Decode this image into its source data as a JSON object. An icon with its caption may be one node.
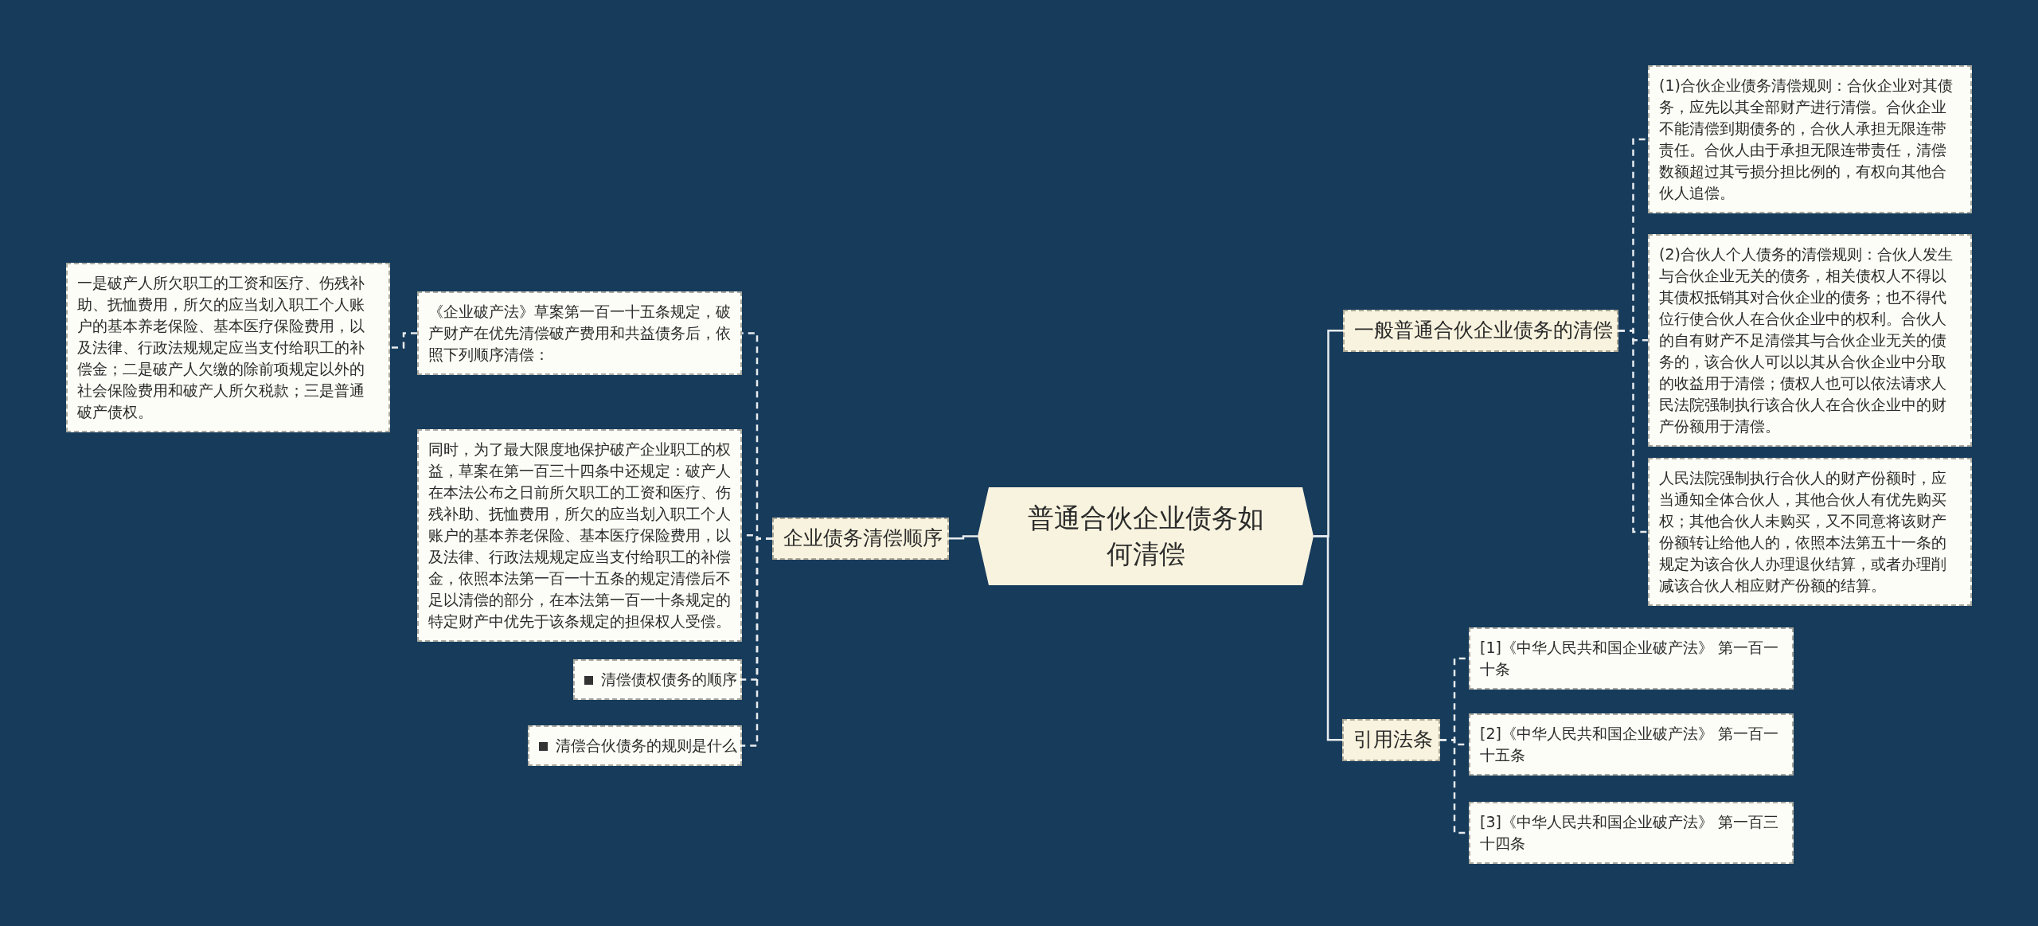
{
  "diagram": {
    "nodes": [
      {
        "text": [
          "普通合伙企业债务如何清偿"
        ]
      },
      {
        "text": [
          "企业债务清偿顺序"
        ]
      },
      {
        "text": [
          "《企业破产法》草案第一百一十五条规定，破产财产在优先清偿破产费用和共益债务后，依照下列顺序清偿："
        ]
      },
      {
        "text": [
          "一是破产人所欠职工的工资和医疗、伤残补助、抚恤费用，所欠的应当划入职工个人账户的基本养老保险、基本医疗保险费用，以及法律、行政法规规定应当支付给职工的补偿金；二是破产人欠缴的除前项规定以外的社会保险费用和破产人所欠税款；三是普通破产债权。"
        ]
      },
      {
        "text": [
          "同时，为了最大限度地保护破产企业职工的权益，草案在第一百三十四条中还规定：破产人在本法公布之日前所欠职工的工资和医疗、伤残补助、抚恤费用，所欠的应当划入职工个人账户的基本养老保险、基本医疗保险费用，以及法律、行政法规规定应当支付给职工的补偿金，依照本法第一百一十五条的规定清偿后不足以清偿的部分，在本法第一百一十条规定的特定财产中优先于该条规定的担保权人受偿。"
        ]
      },
      {
        "text": [
          "清偿债权债务的顺序"
        ]
      },
      {
        "text": [
          "清偿合伙债务的规则是什么"
        ]
      },
      {
        "text": [
          "一般普通合伙企业债务的清偿"
        ]
      },
      {
        "text": [
          "(1)合伙企业债务清偿规则：合伙企业对其债务，应先以其全部财产进行清偿。合伙企业不能清偿到期债务的，合伙人承担无限连带责任。合伙人由于承担无限连带责任，清偿数额超过其亏损分担比例的，有权向其他合伙人追偿。"
        ]
      },
      {
        "text": [
          "(2)合伙人个人债务的清偿规则：合伙人发生与合伙企业无关的债务，相关债权人不得以其债权抵销其对合伙企业的债务；也不得代位行使合伙人在合伙企业中的权利。合伙人的自有财产不足清偿其与合伙企业无关的债务的，该合伙人可以以其从合伙企业中分取的收益用于清偿；债权人也可以依法请求人民法院强制执行该合伙人在合伙企业中的财产份额用于清偿。"
        ]
      },
      {
        "text": [
          "人民法院强制执行合伙人的财产份额时，应当通知全体合伙人，其他合伙人有优先购买权；其他合伙人未购买，又不同意将该财产份额转让给他人的，依照本法第五十一条的规定为该合伙人办理退伙结算，或者办理削减该合伙人相应财产份额的结算。"
        ]
      },
      {
        "text": [
          "引用法条"
        ]
      },
      {
        "text": [
          "[1]《中华人民共和国企业破产法》 第一百一十条"
        ]
      },
      {
        "text": [
          "[2]《中华人民共和国企业破产法》 第一百一十五条"
        ]
      },
      {
        "text": [
          "[3]《中华人民共和国企业破产法》 第一百三十四条"
        ]
      }
    ],
    "edges": [
      {
        "from": 0,
        "to": 1,
        "arrow": "none"
      },
      {
        "from": 1,
        "to": 2,
        "arrow": "none",
        "style": "dashed"
      },
      {
        "from": 2,
        "to": 3,
        "arrow": "none",
        "style": "dashed"
      },
      {
        "from": 1,
        "to": 4,
        "arrow": "none",
        "style": "dashed"
      },
      {
        "from": 1,
        "to": 5,
        "arrow": "none",
        "style": "dashed"
      },
      {
        "from": 1,
        "to": 6,
        "arrow": "none",
        "style": "dashed"
      },
      {
        "from": 0,
        "to": 7,
        "arrow": "none"
      },
      {
        "from": 7,
        "to": 8,
        "arrow": "none",
        "style": "dashed"
      },
      {
        "from": 7,
        "to": 9,
        "arrow": "none",
        "style": "dashed"
      },
      {
        "from": 7,
        "to": 10,
        "arrow": "none",
        "style": "dashed"
      },
      {
        "from": 0,
        "to": 11,
        "arrow": "none"
      },
      {
        "from": 11,
        "to": 12,
        "arrow": "none",
        "style": "dashed"
      },
      {
        "from": 11,
        "to": 13,
        "arrow": "none",
        "style": "dashed"
      },
      {
        "from": 11,
        "to": 14,
        "arrow": "none",
        "style": "dashed"
      }
    ]
  }
}
